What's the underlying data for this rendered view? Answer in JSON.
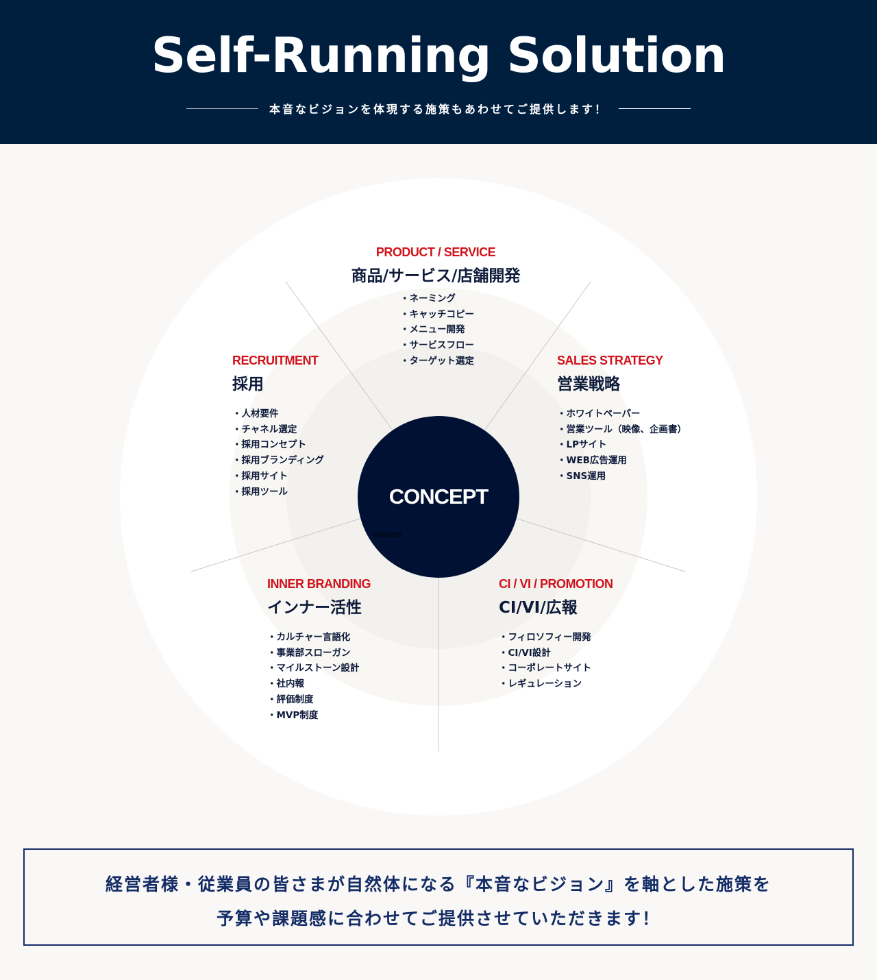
{
  "header": {
    "title": "Self-Running Solution",
    "subtitle": "本音なビジョンを体現する施策もあわせてご提供します！"
  },
  "concept": {
    "title": "CONCEPT",
    "sub": "solution"
  },
  "categories": [
    {
      "en": "PRODUCT / SERVICE",
      "jp": "商品/サービス/店舗開発",
      "items": [
        "・ネーミング",
        "・キャッチコピー",
        "・メニュー開発",
        "・サービスフロー",
        "・ターゲット選定"
      ]
    },
    {
      "en": "RECRUITMENT",
      "jp": "採用",
      "items": [
        "・人材要件",
        "・チャネル選定",
        "・採用コンセプト",
        "・採用ブランディング",
        "・採用サイト",
        "・採用ツール"
      ]
    },
    {
      "en": "SALES STRATEGY",
      "jp": "営業戦略",
      "items": [
        "・ホワイトペーパー",
        "・営業ツール（映像、企画書）",
        "・LPサイト",
        "・WEB広告運用",
        "・SNS運用"
      ]
    },
    {
      "en": "INNER BRANDING",
      "jp": "インナー活性",
      "items": [
        "・カルチャー言語化",
        "・事業部スローガン",
        "・マイルストーン設計",
        "・社内報",
        "・評価制度",
        "・MVP制度"
      ]
    },
    {
      "en": "CI / VI / PROMOTION",
      "jp": "CI/VI/広報",
      "items": [
        "・フィロソフィー開発",
        "・CI/VI設計",
        "・コーポレートサイト",
        "・レギュレーション"
      ]
    }
  ],
  "footer": {
    "line1": "経営者様・従業員の皆さまが自然体になる『本音なビジョン』を軸とした施策を",
    "line2": "予算や課題感に合わせてご提供させていただきます！"
  }
}
